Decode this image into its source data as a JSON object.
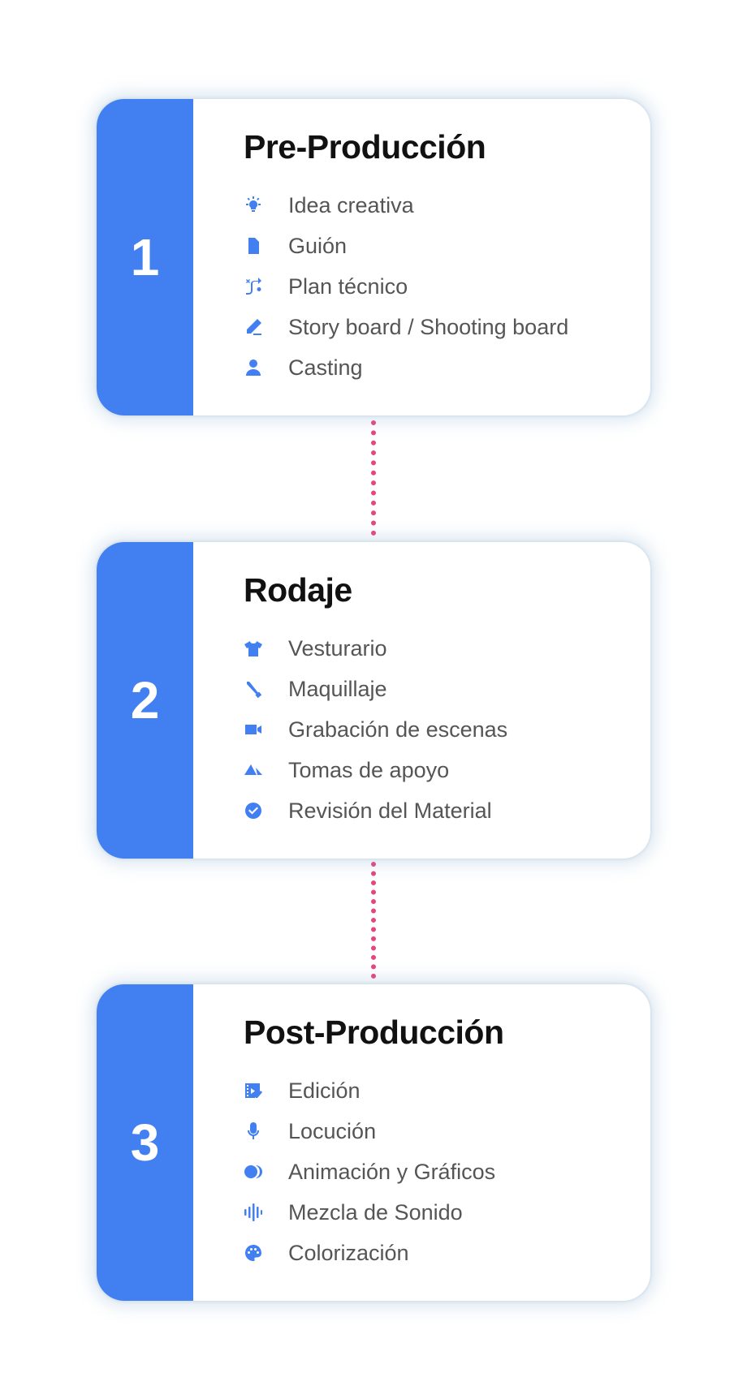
{
  "accent_color": "#4280f2",
  "connector_color": "#e8457c",
  "stages": [
    {
      "number": "1",
      "title": "Pre-Producción",
      "items": [
        {
          "label": "Idea creativa",
          "icon": "lightbulb-icon"
        },
        {
          "label": "Guión",
          "icon": "document-icon"
        },
        {
          "label": "Plan técnico",
          "icon": "route-plan-icon"
        },
        {
          "label": "Story board / Shooting board",
          "icon": "pencil-icon"
        },
        {
          "label": "Casting",
          "icon": "person-icon"
        }
      ]
    },
    {
      "number": "2",
      "title": "Rodaje",
      "items": [
        {
          "label": "Vesturario",
          "icon": "shirt-icon"
        },
        {
          "label": "Maquillaje",
          "icon": "makeup-brush-icon"
        },
        {
          "label": "Grabación de escenas",
          "icon": "video-camera-icon"
        },
        {
          "label": "Tomas de apoyo",
          "icon": "landscape-icon"
        },
        {
          "label": "Revisión del Material",
          "icon": "check-circle-icon"
        }
      ]
    },
    {
      "number": "3",
      "title": "Post-Producción",
      "items": [
        {
          "label": "Edición",
          "icon": "video-edit-icon"
        },
        {
          "label": "Locución",
          "icon": "microphone-icon"
        },
        {
          "label": "Animación y Gráficos",
          "icon": "overlapping-circles-icon"
        },
        {
          "label": "Mezcla de Sonido",
          "icon": "audio-waveform-icon"
        },
        {
          "label": "Colorización",
          "icon": "palette-icon"
        }
      ]
    }
  ]
}
